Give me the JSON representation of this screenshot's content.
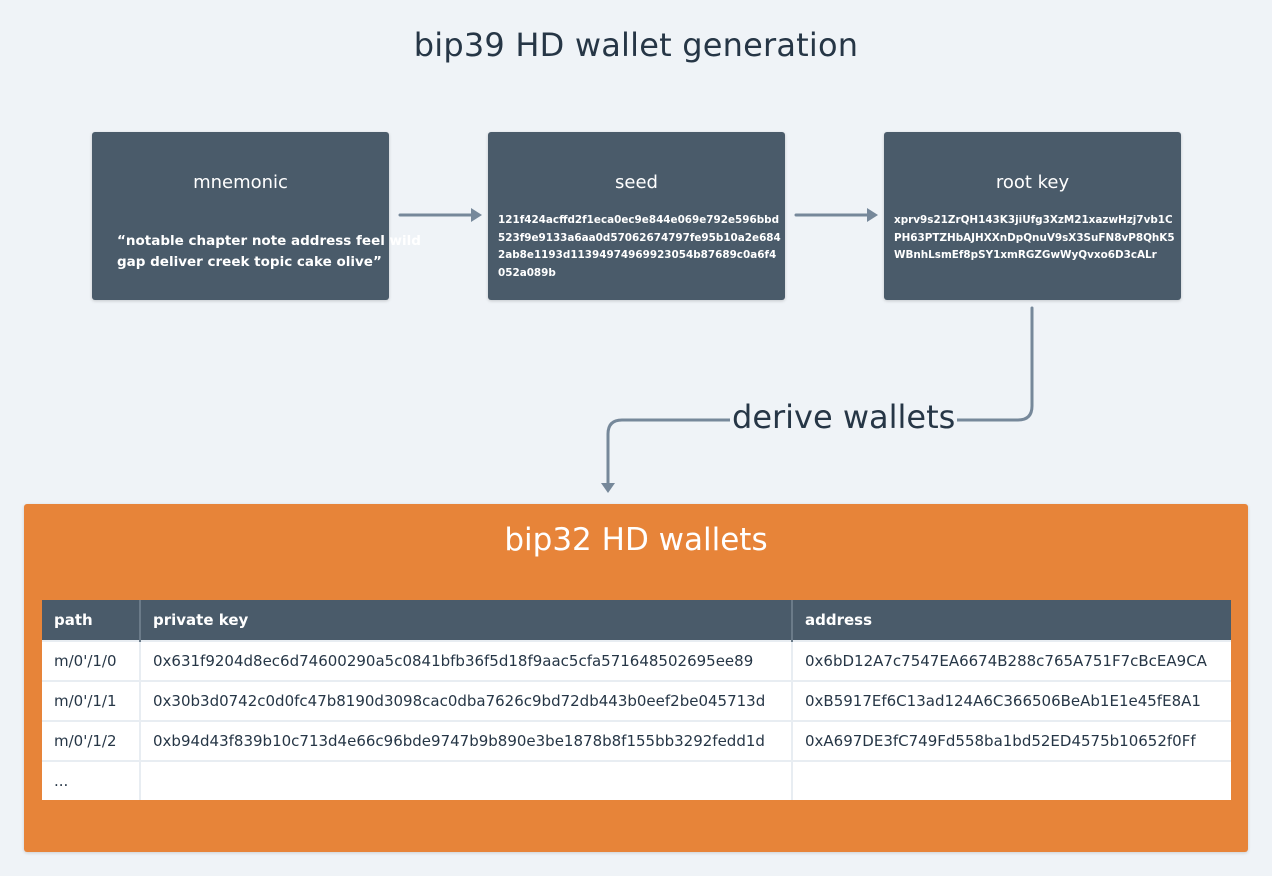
{
  "title": "bip39 HD wallet generation",
  "cards": {
    "mnemonic": {
      "title": "mnemonic",
      "lines": [
        "“notable chapter note address feel wild",
        "gap deliver creek topic cake olive”"
      ]
    },
    "seed": {
      "title": "seed",
      "lines": [
        "121f424acffd2f1eca0ec9e844e069e792e596bbd",
        "523f9e9133a6aa0d57062674797fe95b10a2e684",
        "2ab8e1193d11394974969923054b87689c0a6f4",
        "052a089b"
      ]
    },
    "root_key": {
      "title": "root key",
      "lines": [
        "xprv9s21ZrQH143K3jiUfg3XzM21xazwHzj7vb1C",
        "PH63PTZHbAJHXXnDpQnuV9sX3SuFN8vP8QhK5",
        "WBnhLsmEf8pSY1xmRGZGwWyQvxo6D3cALr"
      ]
    }
  },
  "derive_label": "derive wallets",
  "wallets": {
    "title": "bip32 HD wallets",
    "columns": [
      "path",
      "private key",
      "address"
    ],
    "rows": [
      [
        "m/0'/1/0",
        "0x631f9204d8ec6d74600290a5c0841bfb36f5d18f9aac5cfa571648502695ee89",
        "0x6bD12A7c7547EA6674B288c765A751F7cBcEA9CA"
      ],
      [
        "m/0'/1/1",
        "0x30b3d0742c0d0fc47b8190d3098cac0dba7626c9bd72db443b0eef2be045713d",
        "0xB5917Ef6C13ad124A6C366506BeAb1E1e45fE8A1"
      ],
      [
        "m/0'/1/2",
        "0xb94d43f839b10c713d4e66c96bde9747b9b890e3be1878b8f155bb3292fedd1d",
        "0xA697DE3fC749Fd558ba1bd52ED4575b10652f0Ff"
      ],
      [
        "...",
        "",
        ""
      ]
    ]
  },
  "colors": {
    "background": "#eff3f7",
    "card": "#4a5b6a",
    "accent": "#e78439",
    "arrow": "#76889a",
    "text": "#263646"
  }
}
